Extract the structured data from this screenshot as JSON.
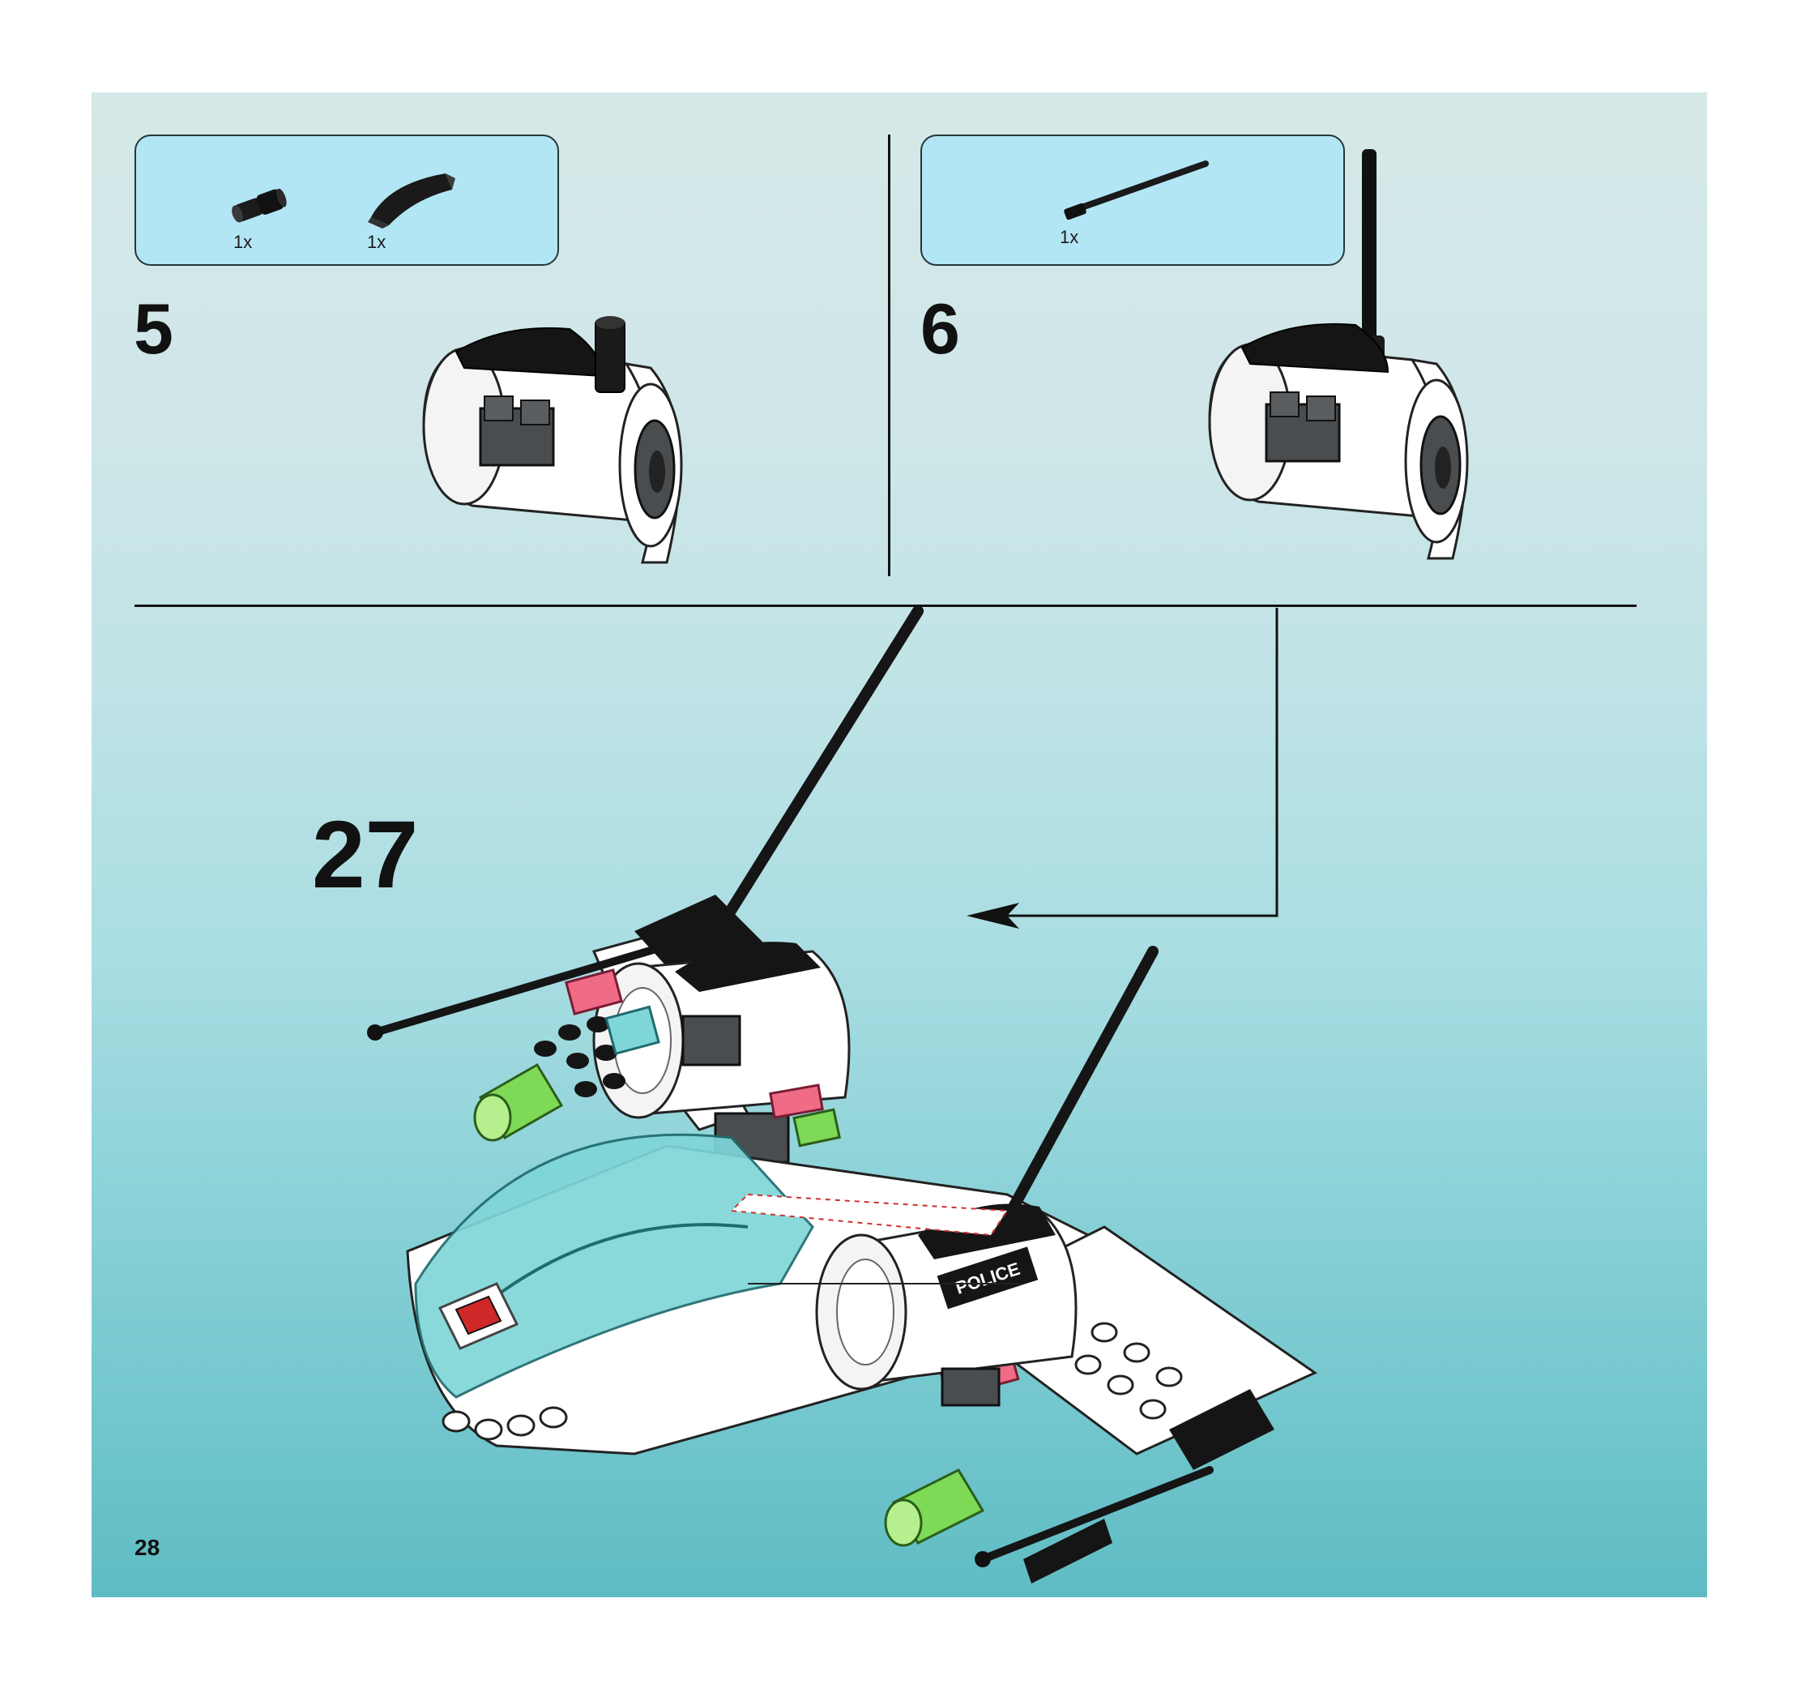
{
  "page": {
    "page_number": "28"
  },
  "steps": {
    "step5": {
      "number": "5",
      "parts": [
        {
          "icon": "pin-connector-icon",
          "qty": "1x"
        },
        {
          "icon": "curved-slope-icon",
          "qty": "1x"
        }
      ]
    },
    "step6": {
      "number": "6",
      "parts": [
        {
          "icon": "antenna-bar-icon",
          "qty": "1x"
        }
      ]
    },
    "step27": {
      "number": "27",
      "sticker_text": "POLICE"
    }
  },
  "colors": {
    "parts_box": "#b3e6f5",
    "brick_white": "#ffffff",
    "brick_black": "#151515",
    "brick_dark_grey": "#4a4d4f",
    "trans_green": "#7ed957",
    "trans_light_blue": "#7fd6d8",
    "trans_pink": "#f06b86"
  }
}
